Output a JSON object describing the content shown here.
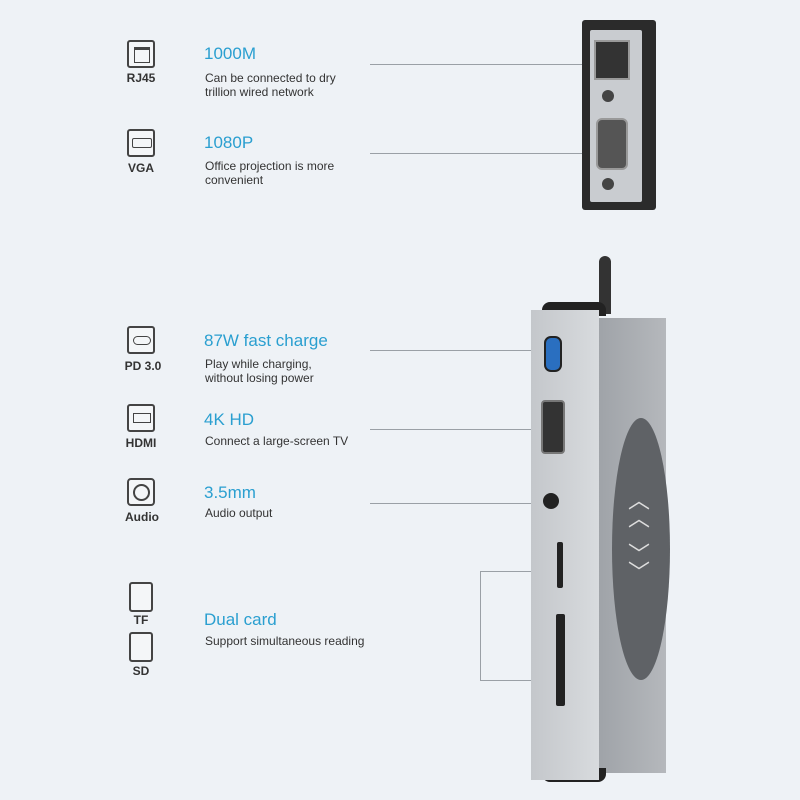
{
  "features": [
    {
      "icon": "RJ45",
      "title": "1000M",
      "desc1": "Can be connected to dry",
      "desc2": "trillion wired network"
    },
    {
      "icon": "VGA",
      "title": "1080P",
      "desc1": "Office projection is more",
      "desc2": "convenient"
    },
    {
      "icon": "PD 3.0",
      "title": "87W fast charge",
      "desc1": "Play while charging,",
      "desc2": "without losing power"
    },
    {
      "icon": "HDMI",
      "title": "4K HD",
      "desc1": "Connect a large-screen TV"
    },
    {
      "icon": "Audio",
      "title": "3.5mm",
      "desc1": "Audio output"
    },
    {
      "icon": "TF",
      "icon2": "SD",
      "title": "Dual card",
      "desc1": "Support simultaneous reading"
    }
  ],
  "colors": {
    "accent": "#2a9fd0",
    "background": "#eef2f6"
  }
}
